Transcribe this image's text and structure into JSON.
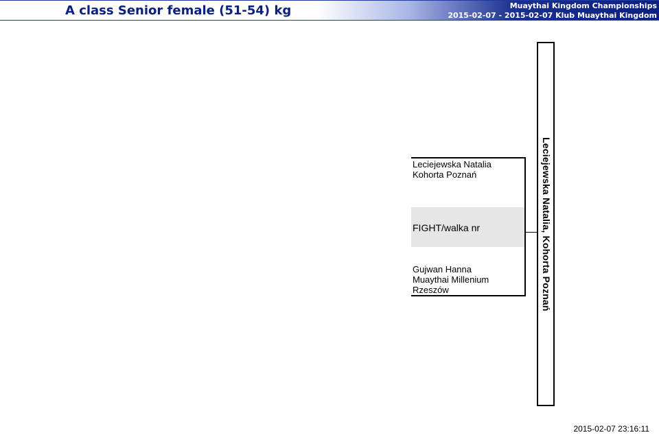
{
  "header": {
    "title": "A class Senior female (51-54) kg",
    "event_name": "Muaythai Kingdom Championships",
    "event_dates_location": "2015-02-07 - 2015-02-07 Klub Muaythai Kingdom",
    "accent_color": "#0a1f80"
  },
  "bracket": {
    "fighter_a": {
      "name": "Leciejewska Natalia",
      "club": "Kohorta Poznań"
    },
    "fight_label": "FIGHT/walka nr",
    "fighter_b": {
      "name": "Gujwan Hanna",
      "club_line1": "Muaythai Millenium",
      "club_line2": "Rzeszów"
    },
    "winner": "Leciejewska Natalia, Kohorta Poznań"
  },
  "footer": {
    "timestamp": "2015-02-07 23:16:11"
  }
}
